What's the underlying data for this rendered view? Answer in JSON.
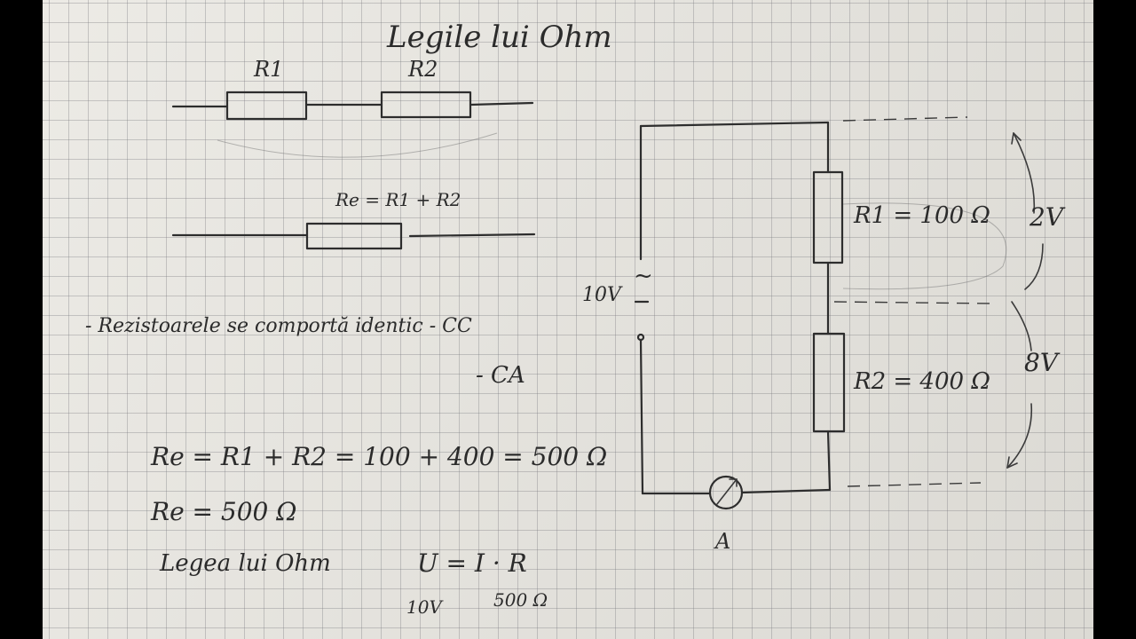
{
  "title": "Legile lui Ohm",
  "series_diagram": {
    "r1_label": "R1",
    "r2_label": "R2",
    "equivalent_label": "Re = R1 + R2"
  },
  "notes": {
    "behavior": "- Rezistoarele se comportă identic - CC",
    "behavior_ca": "- CA"
  },
  "calculations": {
    "line1": "Re = R1 + R2 = 100 + 400 = 500 Ω",
    "line2": "Re = 500 Ω",
    "law_label": "Legea lui Ohm",
    "law_formula": "U = I · R",
    "u_value": "10V",
    "r_value": "500 Ω"
  },
  "circuit": {
    "source_voltage": "10V",
    "source_symbol": "~",
    "r1_label": "R1 = 100 Ω",
    "r2_label": "R2 = 400 Ω",
    "v1_label": "2V",
    "v2_label": "8V",
    "ammeter_label": "A"
  }
}
